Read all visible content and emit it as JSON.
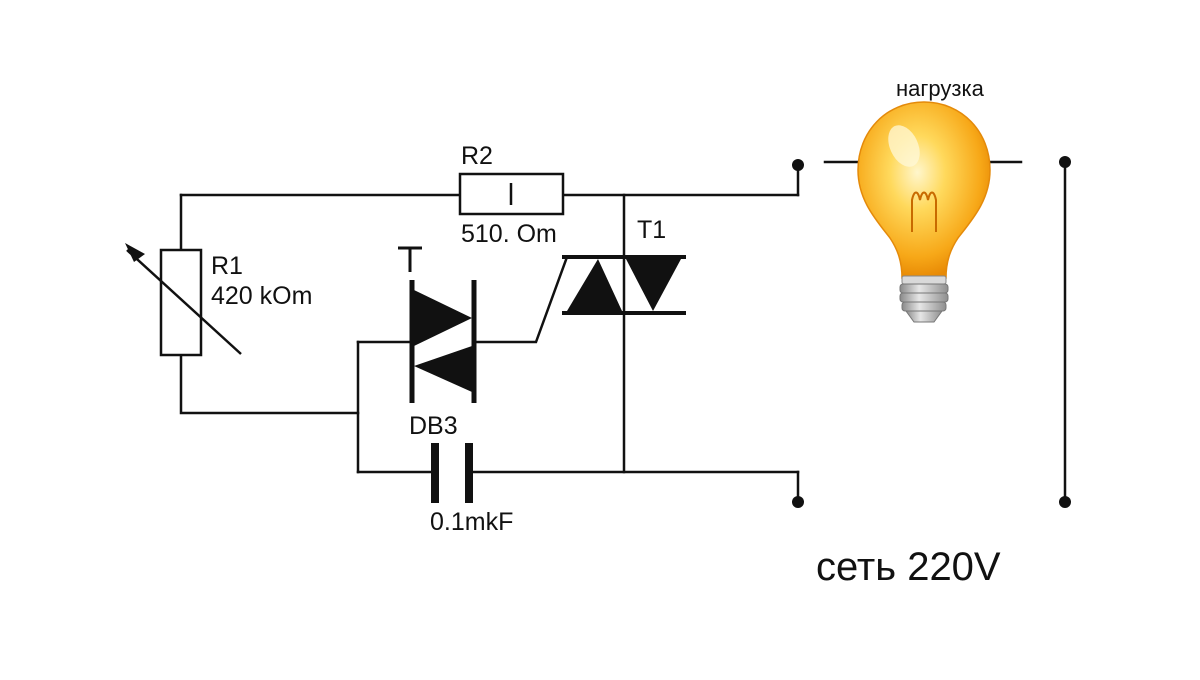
{
  "labels": {
    "r2_name": "R2",
    "r2_value": "510. Om",
    "r1_name": "R1",
    "r1_value": "420 kOm",
    "t1_name": "T1",
    "db3_name": "DB3",
    "c_value": "0.1mkF",
    "load": "нагрузка",
    "mains": "сеть 220V"
  },
  "colors": {
    "wire": "#111111",
    "bulb_glass_outer": "#f39a0b",
    "bulb_glass_inner": "#ffd95c",
    "bulb_highlight": "#fff4c2",
    "bulb_base": "#b8b8b8"
  },
  "icons": {
    "load": "light-bulb-icon"
  }
}
